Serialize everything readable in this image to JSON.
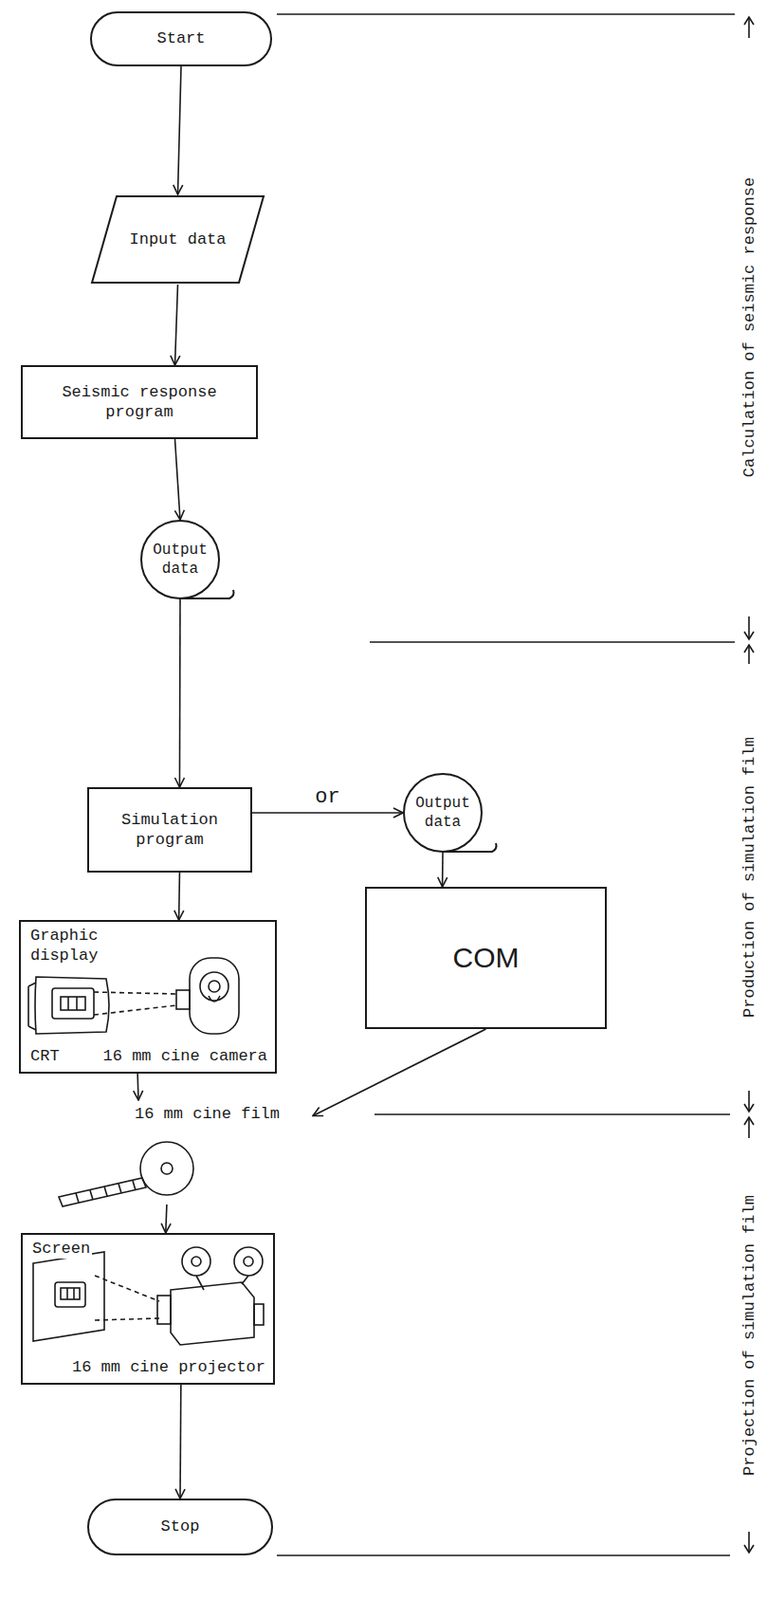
{
  "diagram": {
    "nodes": [
      {
        "text": [
          "Start"
        ]
      },
      {
        "text": [
          "Input data"
        ]
      },
      {
        "text": [
          "Seismic response program"
        ]
      },
      {
        "text": [
          "Output data"
        ]
      },
      {
        "text": [
          "Simulation program"
        ]
      },
      {
        "text": [
          "Output data"
        ]
      },
      {
        "text": [
          "Graphic display",
          "CRT",
          "16 mm cine camera"
        ]
      },
      {
        "text": [
          "COM"
        ]
      },
      {
        "text": [
          "16 mm cine film"
        ]
      },
      {
        "text": [
          "Screen",
          "16 mm cine projector"
        ]
      },
      {
        "text": [
          "Stop"
        ]
      }
    ],
    "edges": [
      {
        "from": 0,
        "to": 1,
        "arrow": "to"
      },
      {
        "from": 1,
        "to": 2,
        "arrow": "to"
      },
      {
        "from": 2,
        "to": 3,
        "arrow": "to"
      },
      {
        "from": 3,
        "to": 4,
        "arrow": "to"
      },
      {
        "from": 4,
        "to": 6,
        "arrow": "to"
      },
      {
        "from": 4,
        "to": 5,
        "label": "or",
        "arrow": "to"
      },
      {
        "from": 5,
        "to": 7,
        "arrow": "to"
      },
      {
        "from": 6,
        "to": 8,
        "arrow": "to"
      },
      {
        "from": 7,
        "to": 8,
        "arrow": "to"
      },
      {
        "from": 8,
        "to": 9,
        "arrow": "to"
      },
      {
        "from": 9,
        "to": 10,
        "arrow": "to"
      }
    ],
    "labels": [
      "Calculation of seismic response",
      "Production of simulation film",
      "Projection of simulation film"
    ]
  }
}
